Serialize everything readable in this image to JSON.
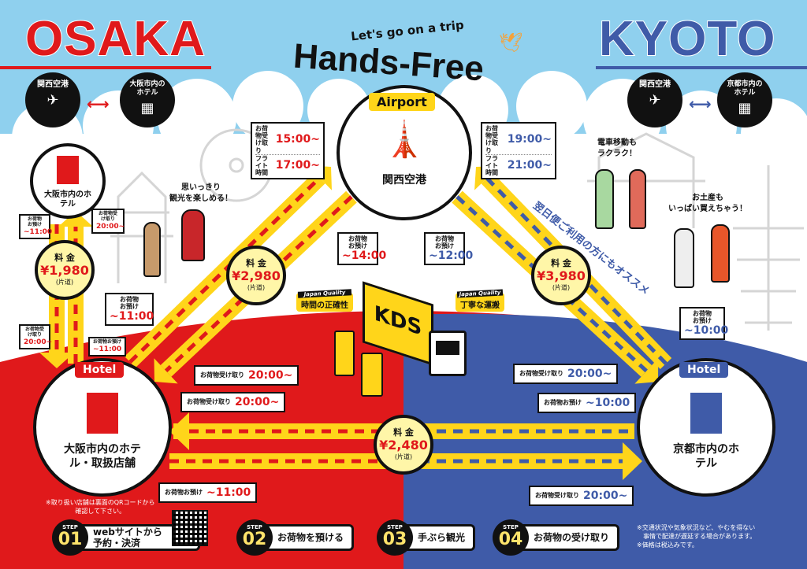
{
  "header": {
    "left_city": "OSAKA",
    "right_city": "KYOTO",
    "tagline": "Let's go on a trip",
    "main_title": "Hands-Free"
  },
  "osaka_route_icons": {
    "from": "関西空港",
    "to": "大阪市内のホテル"
  },
  "kyoto_route_icons": {
    "from": "関西空港",
    "to": "京都市内のホテル"
  },
  "airport": {
    "tag": "Airport",
    "name": "関西空港"
  },
  "osaka_small_hotel": {
    "name": "大阪市内のホテル"
  },
  "osaka_hotel": {
    "tag": "Hotel",
    "name": "大阪市内のホテル・取扱店舗"
  },
  "kyoto_hotel": {
    "tag": "Hotel",
    "name": "京都市内のホテル"
  },
  "fares": [
    {
      "label": "料 金",
      "price": "¥1,980",
      "note": "(片道)"
    },
    {
      "label": "料 金",
      "price": "¥2,980",
      "note": "(片道)"
    },
    {
      "label": "料 金",
      "price": "¥3,980",
      "note": "(片道)"
    },
    {
      "label": "料 金",
      "price": "¥2,480",
      "note": "(片道)"
    }
  ],
  "bubbles": {
    "airport_osaka": {
      "l1": "お荷物受け取り",
      "t1": "15:00~",
      "l2": "フライト時間",
      "t2": "17:00~"
    },
    "airport_kyoto": {
      "l1": "お荷物受け取り",
      "t1": "19:00~",
      "l2": "フライト時間",
      "t2": "21:00~"
    },
    "airport_dropoff_osaka": {
      "label": "お荷物お預け",
      "time": "~14:00"
    },
    "airport_dropoff_kyoto": {
      "label": "お荷物お預け",
      "time": "~12:00"
    },
    "small_hotel_dropoff": {
      "label": "お荷物お預け",
      "time": "~11:00"
    },
    "small_hotel_pickup": {
      "label": "お荷物受け取り",
      "time": "20:00~"
    },
    "osaka_to_airport_dropoff": {
      "label": "お荷物お預け",
      "time": "~11:00"
    },
    "osaka_lower_pickup": {
      "label": "お荷物受け取り",
      "time": "20:00~"
    },
    "osaka_lower_dropoff": {
      "label": "お荷物お預け",
      "time": "~11:00"
    },
    "osaka_pickup_1": {
      "label": "お荷物受け取り",
      "time": "20:00~"
    },
    "osaka_pickup_2": {
      "label": "お荷物受け取り",
      "time": "20:00~"
    },
    "osaka_dropoff_bottom": {
      "label": "お荷物お預け",
      "time": "~11:00"
    },
    "kyoto_pickup_1": {
      "label": "お荷物受け取り",
      "time": "20:00~"
    },
    "kyoto_dropoff_1": {
      "label": "お荷物お預け",
      "time": "~10:00"
    },
    "kyoto_pickup_bottom": {
      "label": "お荷物受け取り",
      "time": "20:00~"
    },
    "kyoto_to_airport_dropoff": {
      "label": "お荷物お預け",
      "time": "~10:00"
    }
  },
  "quality": [
    {
      "badge": "Japan Quality",
      "label": "時間の正確性"
    },
    {
      "badge": "Japan Quality",
      "label": "丁寧な運搬"
    }
  ],
  "truck_label": "KDS",
  "speech": {
    "osaka": "思いっきり\n観光を楽しめる！",
    "kyoto_train": "電車移動も\nラクラク！",
    "kyoto_souvenir": "お土産も\nいっぱい買えちゃう！"
  },
  "next_day_note": "翌日便ご利用の方にもオススメ",
  "notes": {
    "store_note": "※取り扱い店舗は裏面のQRコードから\n確認して下さい。",
    "disclaimer": "※交通状況や気象状況など、やむを得ない\n　事情で配達が遅延する場合があります。\n※価格は税込みです。"
  },
  "steps": [
    {
      "prefix": "STEP",
      "num": "01",
      "label": "webサイトから\n予約・決済"
    },
    {
      "prefix": "STEP",
      "num": "02",
      "label": "お荷物を預ける"
    },
    {
      "prefix": "STEP",
      "num": "03",
      "label": "手ぶら観光"
    },
    {
      "prefix": "STEP",
      "num": "04",
      "label": "お荷物の受け取り"
    }
  ],
  "colors": {
    "osaka_red": "#e0191b",
    "kyoto_blue": "#3f5ba8",
    "sky": "#8fd0ee",
    "yellow": "#ffd51a"
  }
}
